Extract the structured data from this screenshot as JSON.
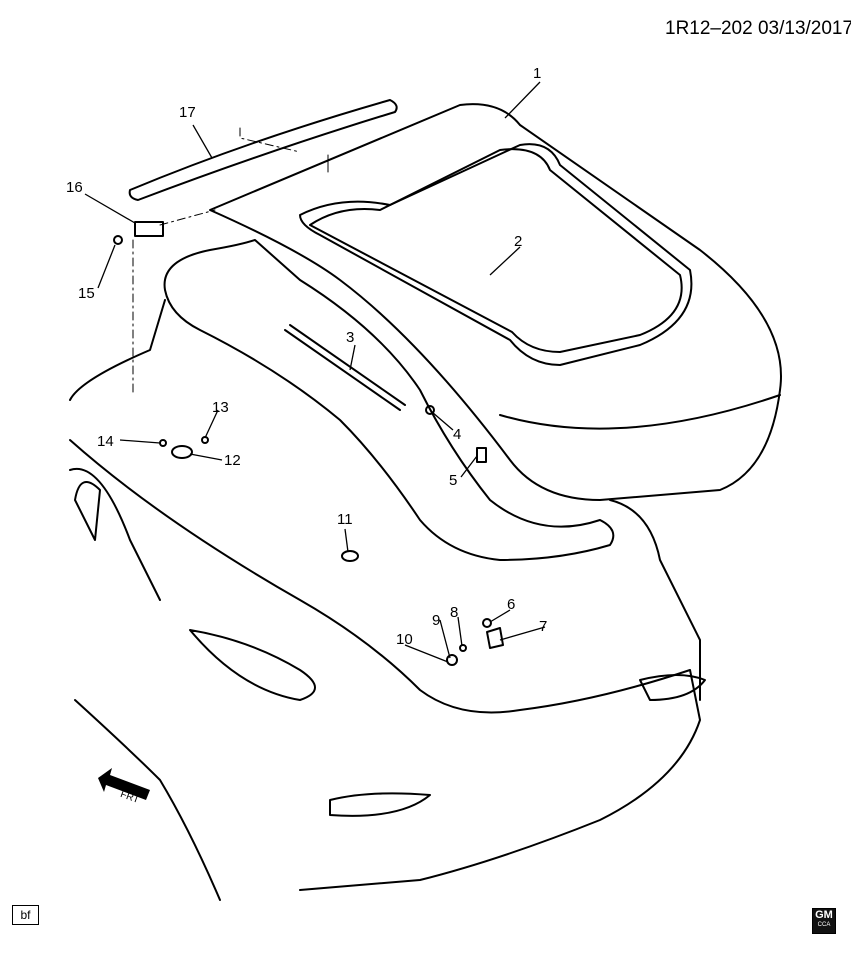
{
  "header": {
    "ref": "1R12–202  03/13/2017"
  },
  "callouts": [
    "1",
    "2",
    "3",
    "4",
    "5",
    "6",
    "7",
    "8",
    "9",
    "10",
    "11",
    "12",
    "13",
    "14",
    "15",
    "16",
    "17"
  ],
  "footer": {
    "bf_label": "bf",
    "gm_text": "GM",
    "gm_sub": "CCA",
    "frt_label": "FRT"
  }
}
